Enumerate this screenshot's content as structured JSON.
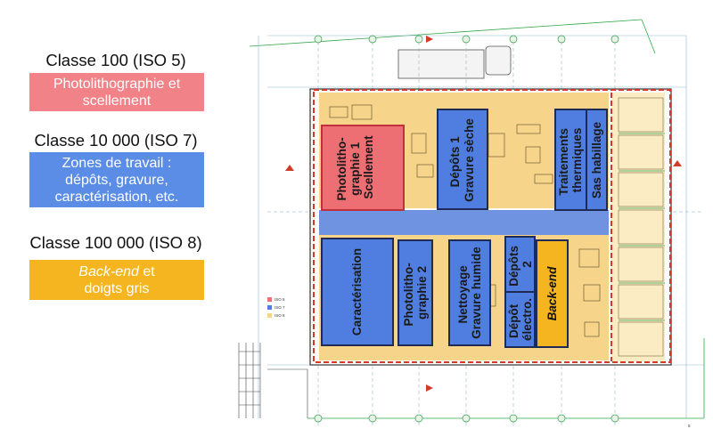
{
  "legend": [
    {
      "heading": "Classe 100 (ISO 5)",
      "text_lines": [
        "Photolithographie et",
        "scellement"
      ],
      "italic_lead": "",
      "color": "#f08288"
    },
    {
      "heading": "Classe 10 000 (ISO 7)",
      "text_lines": [
        "Zones de travail :",
        "dépôts, gravure,",
        "caractérisation, etc."
      ],
      "italic_lead": "",
      "color": "#5b8de6"
    },
    {
      "heading": "Classe 100 000 (ISO 8)",
      "text_lines": [
        "et",
        "doigts gris"
      ],
      "italic_lead": "Back-end",
      "color": "#f5b520"
    }
  ],
  "rooms": {
    "photolitho1": [
      "Photolitho-",
      "graphie 1",
      "Scellement"
    ],
    "depots1": [
      "Dépôts 1",
      "Gravure sèche"
    ],
    "traitements": [
      "Traitements",
      "thermiques"
    ],
    "sas": [
      "Sas habillage"
    ],
    "caracterisation": [
      "Caractérisation"
    ],
    "photolitho2": [
      "Photolitho-",
      "graphie 2"
    ],
    "nettoyage": [
      "Nettoyage",
      "Gravure humide"
    ],
    "depots2": [
      "Dépôts",
      "2"
    ],
    "depot_electro": [
      "Dépôt",
      "électro."
    ],
    "backend": [
      "Back-end"
    ]
  },
  "mini_legend": [
    "ISO 5",
    "ISO 7",
    "ISO 8"
  ],
  "page_number": "5",
  "colors": {
    "iso5": "#ee6f73",
    "iso7": "#4f7ee0",
    "iso8": "#f6d58a",
    "room_border": "#1f2a55",
    "cleanroom_line": "#d23b2a"
  }
}
